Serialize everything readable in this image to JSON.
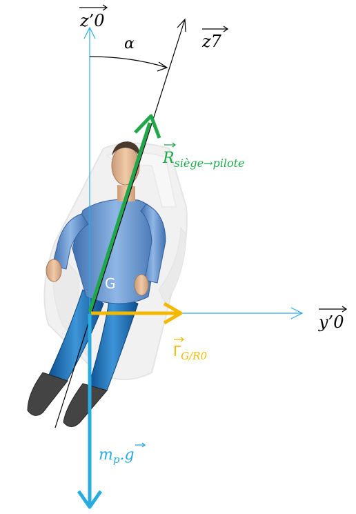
{
  "axes": {
    "z0": {
      "label": "z’0",
      "color": "#29abe2"
    },
    "y0": {
      "label": "y’0",
      "color": "#29abe2"
    },
    "z7": {
      "label": "z7",
      "color": "#000000"
    }
  },
  "angle": {
    "label": "α"
  },
  "point": {
    "label": "G"
  },
  "forces": {
    "seat_reaction": {
      "symbol": "R",
      "subscript": "siège→pilote",
      "color": "#1ea84a"
    },
    "acceleration": {
      "symbol": "Γ",
      "subscript": "G/R0",
      "color": "#f5b800"
    },
    "weight": {
      "base": "m",
      "subscript": "p",
      "suffix": ".",
      "vector": "g",
      "color": "#29abe2"
    }
  },
  "figure": {
    "pilot_suit": "#5b8fcc",
    "pilot_pants": "#1f6fb4",
    "seat": "#d8d8d8"
  }
}
